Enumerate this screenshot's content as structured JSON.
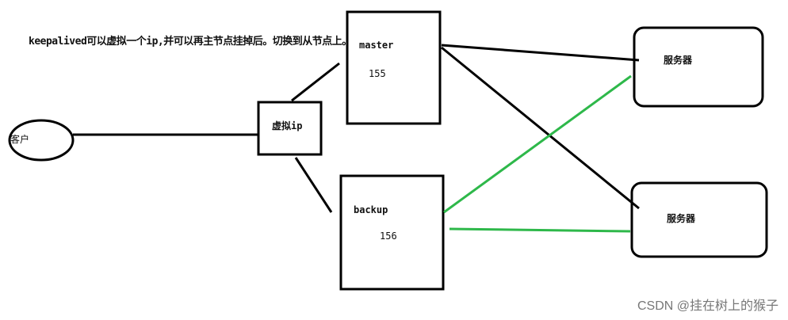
{
  "caption": "keepalived可以虚拟一个ip,并可以再主节点挂掉后。切换到从节点上。",
  "nodes": {
    "client": {
      "label": "客户"
    },
    "vip": {
      "label": "虚拟ip"
    },
    "master": {
      "label": "master",
      "ip": "155"
    },
    "backup": {
      "label": "backup",
      "ip": "156"
    },
    "server_top": {
      "label": "服务器"
    },
    "server_bottom": {
      "label": "服务器"
    }
  },
  "edges": [
    {
      "from": "客户",
      "to": "虚拟ip"
    },
    {
      "from": "虚拟ip",
      "to": "master"
    },
    {
      "from": "虚拟ip",
      "to": "backup"
    },
    {
      "from": "master",
      "to": "服务器 (top)"
    },
    {
      "from": "master",
      "to": "服务器 (bottom)"
    },
    {
      "from": "backup",
      "to": "服务器 (top)"
    },
    {
      "from": "backup",
      "to": "服务器 (bottom)"
    }
  ],
  "colors": {
    "stroke": "#000000",
    "backup_link": "#2eb84a",
    "watermark": "#777777"
  },
  "watermark": "CSDN @挂在树上的猴子"
}
